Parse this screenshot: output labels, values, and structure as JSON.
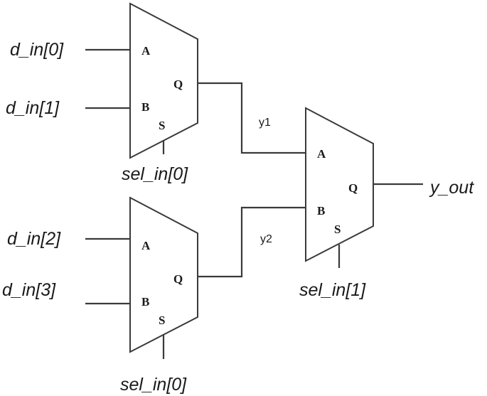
{
  "inputs": {
    "d_in_0": "d_in[0]",
    "d_in_1": "d_in[1]",
    "d_in_2": "d_in[2]",
    "d_in_3": "d_in[3]"
  },
  "selects": {
    "mux1": "sel_in[0]",
    "mux2": "sel_in[0]",
    "mux3": "sel_in[1]"
  },
  "output": "y_out",
  "wires": {
    "y1": "y1",
    "y2": "y2"
  },
  "ports": {
    "a": "A",
    "b": "B",
    "q": "Q",
    "s": "S"
  }
}
